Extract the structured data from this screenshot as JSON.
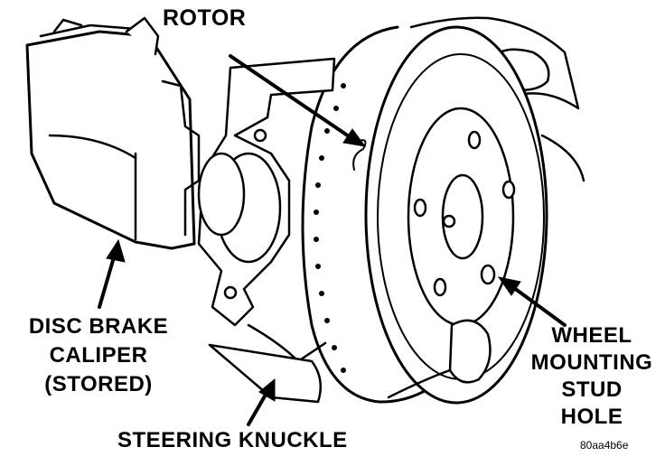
{
  "labels": {
    "rotor": "ROTOR",
    "caliper": [
      "DISC BRAKE",
      "CALIPER",
      "(STORED)"
    ],
    "stud_hole": [
      "WHEEL",
      "MOUNTING",
      "STUD",
      "HOLE"
    ],
    "knuckle": "STEERING KNUCKLE"
  },
  "figure_code": "80aa4b6e",
  "colors": {
    "ink": "#000000",
    "paper": "#ffffff"
  }
}
